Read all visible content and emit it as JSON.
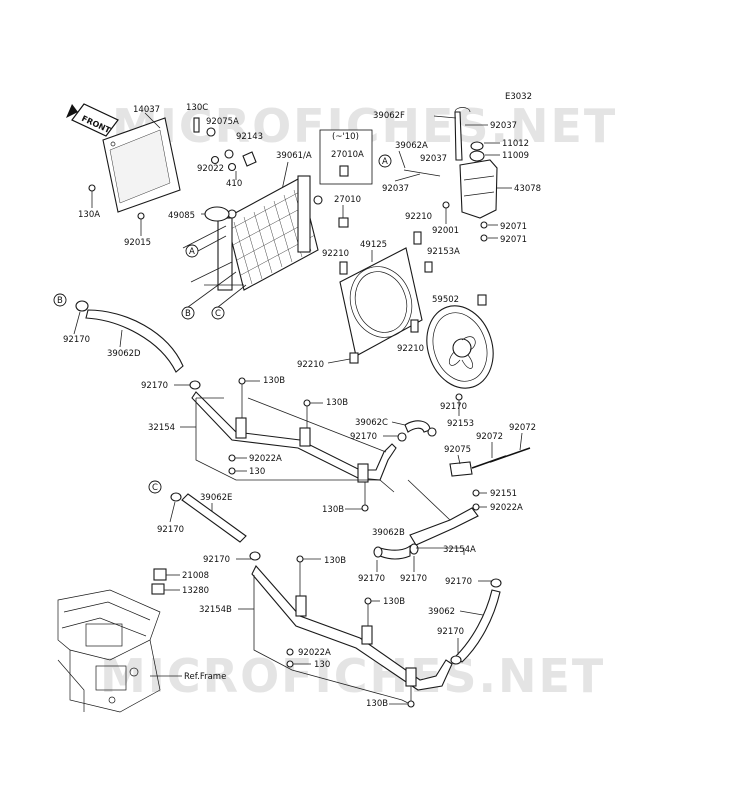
{
  "diagram": {
    "code": "E3032",
    "watermark": "MICROFICHES.NET",
    "front_tag": "FRONT",
    "variant_note": "(~'10)",
    "ref_frame": "Ref.Frame",
    "callout_letters": [
      "A",
      "B",
      "C"
    ],
    "labels": {
      "p14037": "14037",
      "p130C": "130C",
      "p92075A": "92075A",
      "p92143": "92143",
      "p92022": "92022",
      "p410": "410",
      "p39061A": "39061/A",
      "p27010A": "27010A",
      "p27010": "27010",
      "p39062A": "39062A",
      "p92037a": "92037",
      "p92037b": "92037",
      "p92037c": "92037",
      "p39062F": "39062F",
      "p11012": "11012",
      "p11009": "11009",
      "p43078": "43078",
      "p130A": "130A",
      "p92015": "92015",
      "p49085": "49085",
      "p49125": "49125",
      "p92210a": "92210",
      "p92210b": "92210",
      "p92210c": "92210",
      "p92210d": "92210",
      "p92001": "92001",
      "p92153A": "92153A",
      "p92071a": "92071",
      "p92071b": "92071",
      "p59502": "59502",
      "p92170a": "92170",
      "p39062D": "39062D",
      "p92170b": "92170",
      "p130Ba": "130B",
      "p130Bb": "130B",
      "p32154": "32154",
      "p92022Aa": "92022A",
      "p130a": "130",
      "p130Bc": "130B",
      "p39062C": "39062C",
      "p92170c": "92170",
      "p92170d": "92170",
      "p92153": "92153",
      "p92072a": "92072",
      "p92072b": "92072",
      "p92075": "92075",
      "p39062E": "39062E",
      "p92170e": "92170",
      "p92151": "92151",
      "p92022Ab": "92022A",
      "p39062B": "39062B",
      "p32154A": "32154A",
      "p92170f": "92170",
      "p92170g": "92170",
      "p92170h": "92170",
      "p130Bd": "130B",
      "p21008": "21008",
      "p13280": "13280",
      "p32154B": "32154B",
      "p130Be": "130B",
      "p39062": "39062",
      "p92170i": "92170",
      "p92022Ac": "92022A",
      "p130b": "130",
      "p130Bf": "130B"
    }
  }
}
